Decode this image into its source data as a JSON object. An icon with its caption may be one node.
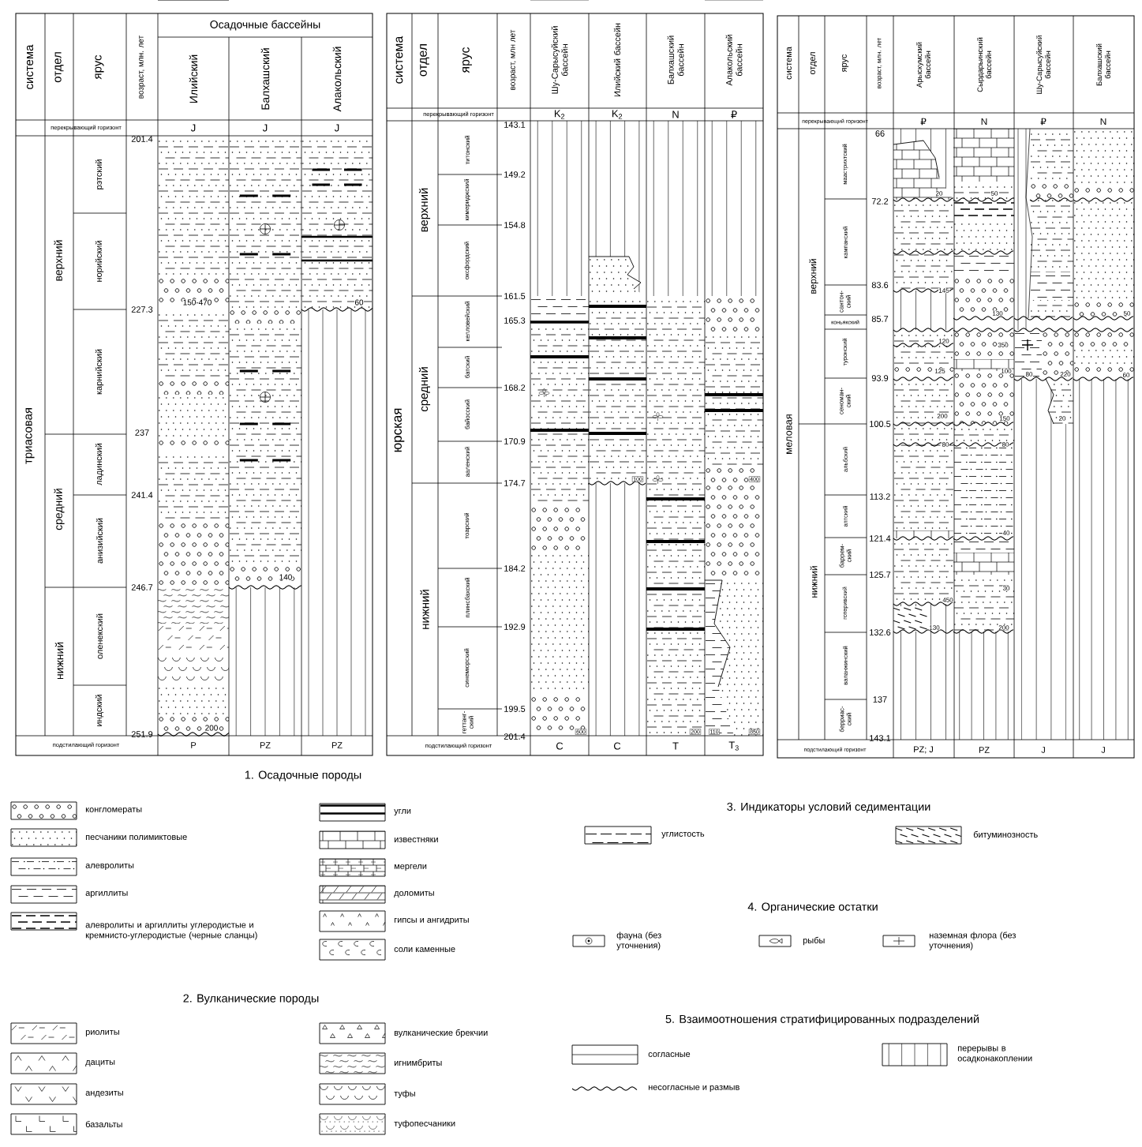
{
  "diagram": {
    "labels": [
      "система",
      "отдел",
      "ярус",
      "возраст, млн. лет",
      "Осадочные бассейны",
      "Илийский",
      "Балхашский",
      "Алакольский",
      "перекрывающий горизонт",
      "J",
      "J",
      "J",
      "триасовая",
      "верхний",
      "средний",
      "нижний",
      "рэтский",
      "норийский",
      "карнийский",
      "ладинский",
      "анизийский",
      "оленекский",
      "индский",
      "201.4",
      "227.3",
      "237",
      "241.4",
      "246.7",
      "251.9",
      "150-470",
      "60",
      "140",
      "200",
      "подстилающий горизонт",
      "P",
      "PZ",
      "PZ",
      "система",
      "отдел",
      "ярус",
      "возраст, млн лет",
      "Шу-Сарысуйский бассейн",
      "Илийский бассейн",
      "Балхашский бассейн",
      "Алакольский бассейн",
      "перекрывающий горизонт",
      "K$_{2}$",
      "K$_{2}$",
      "N",
      "₽",
      "юрская",
      "верхний",
      "средний",
      "нижний",
      "титонский",
      "кимериджский",
      "оксфордский",
      "келловейский",
      "батский",
      "байосский",
      "ааленский",
      "тоарский",
      "плинсбахский",
      "синемюрский",
      "геттанг- ский",
      "143.1",
      "149.2",
      "154.8",
      "161.5",
      "165.3",
      "168.2",
      "170.9",
      "174.7",
      "184.2",
      "192.9",
      "199.5",
      "201.4",
      "100",
      "400",
      "600",
      "200",
      "110",
      "850",
      "подстилающий горизонт",
      "C",
      "C",
      "T",
      "T$_{3}$",
      "система",
      "отдел",
      "ярус",
      "возраст, млн. лет",
      "Арыскумский бассейн",
      "Сырдарьинский бассейн",
      "Шу-Сарысуйский бассейн",
      "Балхашский бассейн",
      "перекрывающий горизонт",
      "₽",
      "N",
      "₽",
      "N",
      "меловая",
      "верхний",
      "нижний",
      "маастрихтский",
      "кампанский",
      "сантон- ский",
      "коньякский",
      "туронский",
      "сеноман- ский",
      "альбский",
      "аптский",
      "баррем- ский",
      "готеривский",
      "валанжинский",
      "берриас- ский",
      "66",
      "72.2",
      "83.6",
      "85.7",
      "93.9",
      "100.5",
      "113.2",
      "121.4",
      "125.7",
      "132.6",
      "137",
      "143.1",
      "20",
      "50",
      "145",
      "130",
      "50",
      "120",
      "350",
      "125",
      "100",
      "80",
      "220",
      "60",
      "200",
      "150",
      "20",
      "80",
      "80",
      "40",
      "30",
      "450",
      "130",
      "200",
      "подстилающий горизонт",
      "PZ; J",
      "PZ",
      "J",
      "J",
      "1. Осадочные породы",
      "3. Индикаторы условий седиментации",
      "4. Органические остатки",
      "2. Вулканические породы",
      "5. Взаимоотношения стратифицированных подразделений"
    ],
    "legend": [
      {
        "text": "конгломераты"
      },
      {
        "text": "песчаники полимиктовые"
      },
      {
        "text": "алевролиты"
      },
      {
        "text": "аргиллиты"
      },
      {
        "text": "алевролиты и аргиллиты углеродистые и кремнисто-углеродистые (черные сланцы)"
      },
      {
        "text": "угли"
      },
      {
        "text": "известняки"
      },
      {
        "text": "мергели"
      },
      {
        "text": "доломиты"
      },
      {
        "text": "гипсы и ангидриты"
      },
      {
        "text": "соли каменные"
      },
      {
        "text": "риолиты"
      },
      {
        "text": "дациты"
      },
      {
        "text": "андезиты"
      },
      {
        "text": "базальты"
      },
      {
        "text": "вулканические брекчии"
      },
      {
        "text": "игнимбриты"
      },
      {
        "text": "туфы"
      },
      {
        "text": "туфопесчаники"
      },
      {
        "text": "углистость"
      },
      {
        "text": "битуминозность"
      },
      {
        "text": "фауна (без уточнения)"
      },
      {
        "text": "рыбы"
      },
      {
        "text": "наземная флора (без уточнения)"
      },
      {
        "text": "согласные"
      },
      {
        "text": "несогласные и размыв"
      },
      {
        "text": "перерывы в осадконакоплении"
      }
    ]
  }
}
